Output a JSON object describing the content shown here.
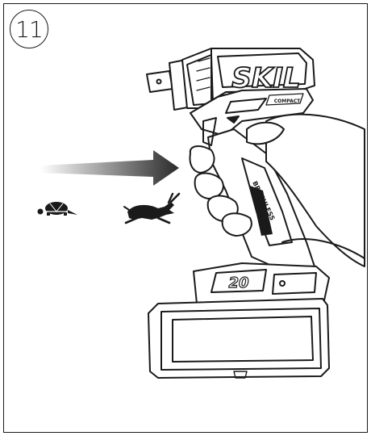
{
  "step": {
    "number": "11"
  },
  "tool": {
    "brand": "SKIL",
    "model_tag": "COMPACT",
    "series_label": "BRUSHLESS",
    "battery_label": "20"
  },
  "speed_icons": {
    "slow": "turtle-icon",
    "fast": "hare-icon"
  },
  "colors": {
    "line": "#1a1a1a",
    "arrow_light": "#ffffff",
    "arrow_dark": "#2a2a2a"
  }
}
